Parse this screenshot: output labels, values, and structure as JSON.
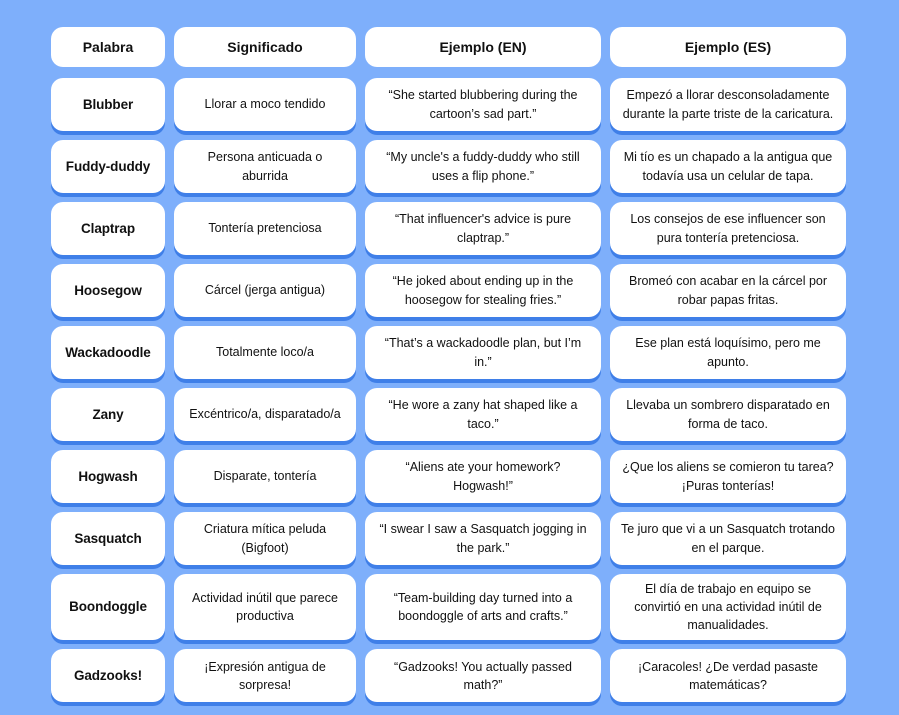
{
  "theme": {
    "background_color": "#7eaffb",
    "card_color": "#ffffff",
    "card_shadow_color": "#3f7fe8",
    "text_color": "#111111"
  },
  "table": {
    "headers": [
      "Palabra",
      "Significado",
      "Ejemplo (EN)",
      "Ejemplo (ES)"
    ],
    "rows": [
      {
        "word": "Blubber",
        "meaning": "Llorar a moco tendido",
        "example_en": "“She started blubbering during the cartoon’s sad part.”",
        "example_es": "Empezó a llorar desconsoladamente durante la parte triste de la caricatura."
      },
      {
        "word": "Fuddy-duddy",
        "meaning": "Persona anticuada o aburrida",
        "example_en": "“My uncle's a fuddy-duddy who still uses a flip phone.”",
        "example_es": "Mi tío es un chapado a la antigua que todavía usa un celular de tapa."
      },
      {
        "word": "Claptrap",
        "meaning": "Tontería pretenciosa",
        "example_en": "“That influencer's advice is pure claptrap.”",
        "example_es": "Los consejos de ese influencer son pura tontería pretenciosa."
      },
      {
        "word": "Hoosegow",
        "meaning": "Cárcel (jerga antigua)",
        "example_en": "“He joked about ending up in the hoosegow for stealing fries.”",
        "example_es": "Bromeó con acabar en la cárcel por robar papas fritas."
      },
      {
        "word": "Wackadoodle",
        "meaning": "Totalmente loco/a",
        "example_en": "“That’s a wackadoodle plan, but I’m in.”",
        "example_es": "Ese plan está loquísimo, pero me apunto."
      },
      {
        "word": "Zany",
        "meaning": "Excéntrico/a, disparatado/a",
        "example_en": "“He wore a zany hat shaped like a taco.”",
        "example_es": "Llevaba un sombrero disparatado en forma de taco."
      },
      {
        "word": "Hogwash",
        "meaning": "Disparate, tontería",
        "example_en": "“Aliens ate your homework? Hogwash!”",
        "example_es": "¿Que los aliens se comieron tu tarea? ¡Puras tonterías!"
      },
      {
        "word": "Sasquatch",
        "meaning": "Criatura mítica peluda (Bigfoot)",
        "example_en": "“I swear I saw a Sasquatch jogging in the park.”",
        "example_es": "Te juro que vi a un Sasquatch trotando en el parque."
      },
      {
        "word": "Boondoggle",
        "meaning": "Actividad inútil que parece productiva",
        "example_en": "“Team-building day turned into a boondoggle of arts and crafts.”",
        "example_es": "El día de trabajo en equipo se convirtió en una actividad inútil de manualidades."
      },
      {
        "word": "Gadzooks!",
        "meaning": "¡Expresión antigua de sorpresa!",
        "example_en": "“Gadzooks! You actually passed math?”",
        "example_es": "¡Caracoles! ¿De verdad pasaste matemáticas?"
      }
    ]
  }
}
